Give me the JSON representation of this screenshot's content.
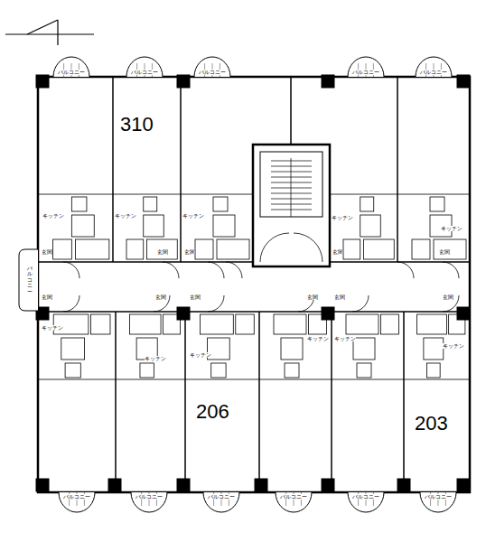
{
  "diagram": {
    "nodes": [
      {
        "text": [
          "310"
        ]
      },
      {
        "text": [
          "206"
        ]
      },
      {
        "text": [
          "203"
        ]
      },
      {
        "text": [
          "バルコニー"
        ]
      },
      {
        "text": [
          "バルコニー"
        ]
      },
      {
        "text": [
          "バルコニー"
        ]
      },
      {
        "text": [
          "バルコニー"
        ]
      },
      {
        "text": [
          "バルコニー"
        ]
      },
      {
        "text": [
          "バルコニー"
        ]
      },
      {
        "text": [
          "バルコニー"
        ]
      },
      {
        "text": [
          "バルコニー"
        ]
      },
      {
        "text": [
          "バルコニー"
        ]
      },
      {
        "text": [
          "バルコニー"
        ]
      },
      {
        "text": [
          "バルコニー"
        ]
      },
      {
        "text": [
          "バルコニー"
        ]
      }
    ],
    "labels": [
      "キッチン",
      "玄関",
      "キッチン",
      "玄関",
      "キッチン",
      "玄関",
      "キッチン",
      "玄関",
      "キッチン",
      "玄関",
      "キッチン",
      "玄関",
      "キッチン",
      "玄関",
      "キッチン",
      "玄関",
      "キッチン",
      "玄関",
      "キッチン",
      "玄関",
      "キッチン",
      "玄関"
    ]
  }
}
